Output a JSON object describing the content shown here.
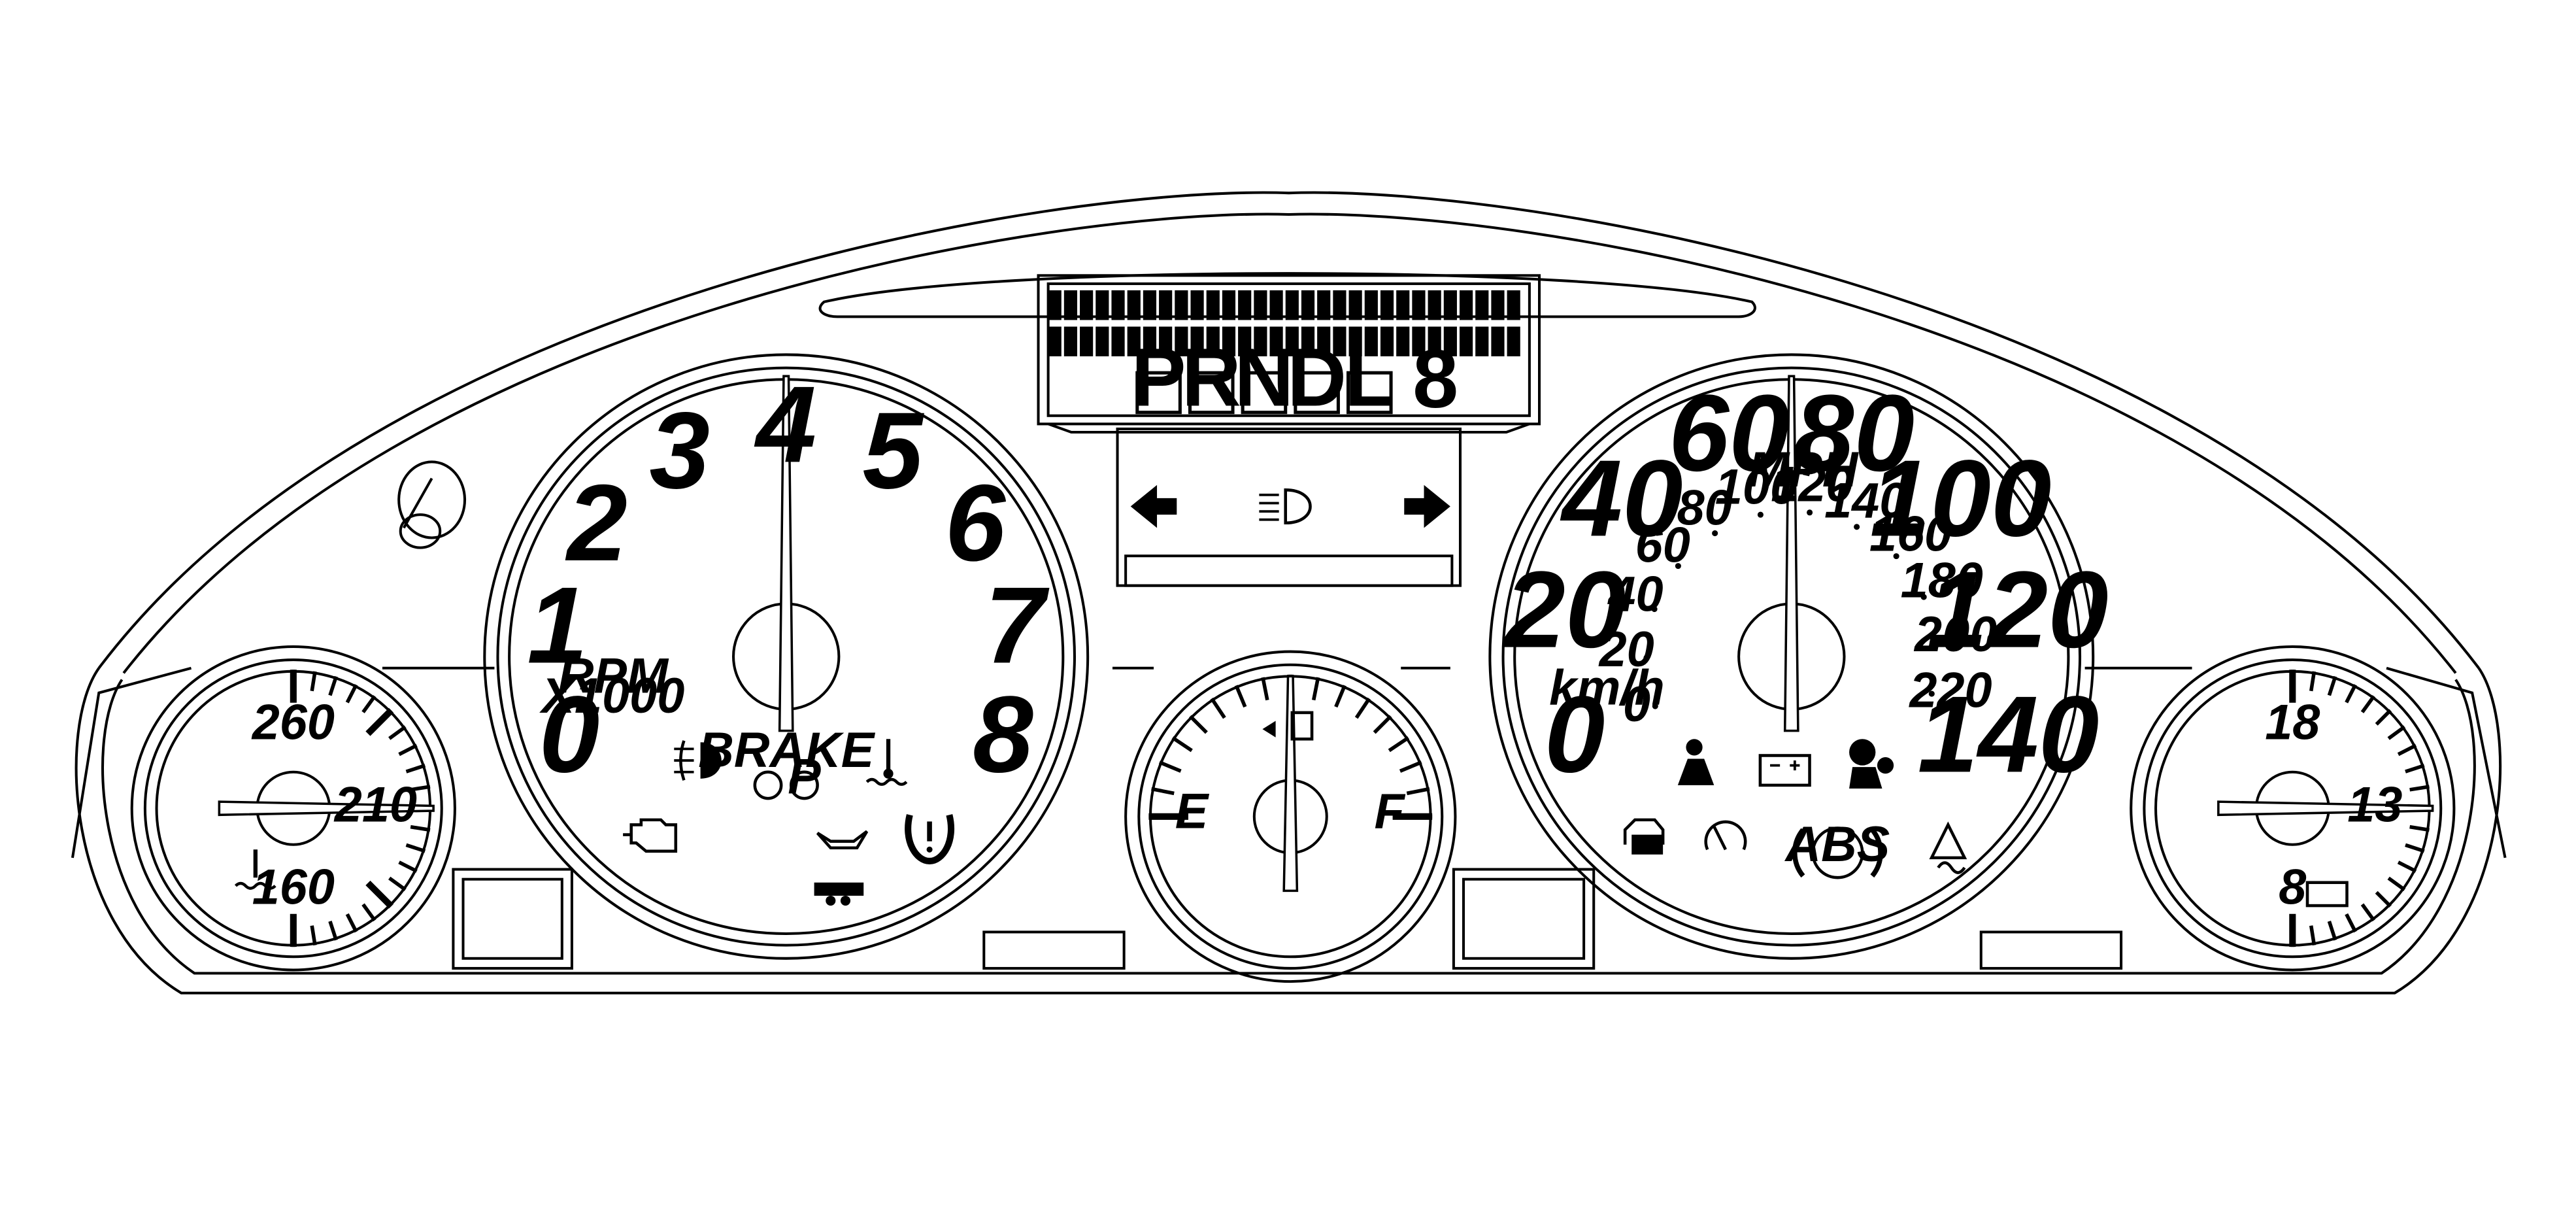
{
  "tachometer": {
    "labels": [
      "0",
      "1",
      "2",
      "3",
      "4",
      "5",
      "6",
      "7",
      "8"
    ],
    "unit": "RPM",
    "multiplier": "X1000",
    "reading": 4,
    "brake_label": "BRAKE"
  },
  "speedometer": {
    "mph_labels": [
      "0",
      "20",
      "40",
      "60",
      "80",
      "100",
      "120",
      "140"
    ],
    "unit_mph": "MPH",
    "kmh_labels": [
      "0",
      "20",
      "40",
      "60",
      "80",
      "100",
      "120",
      "140",
      "160",
      "180",
      "200",
      "220"
    ],
    "unit_kmh": "km/h",
    "reading_mph": 70,
    "abs_label": "ABS"
  },
  "coolant_gauge": {
    "labels": [
      "160",
      "210",
      "260"
    ],
    "reading": 210
  },
  "fuel_gauge": {
    "empty_label": "E",
    "full_label": "F",
    "reading": 0.5
  },
  "voltage_gauge": {
    "labels": [
      "8",
      "13",
      "18"
    ],
    "reading": 13
  },
  "display": {
    "gears": [
      "P",
      "R",
      "N",
      "D",
      "L"
    ],
    "gear_digit": "8"
  },
  "icons": [
    "turn-left-arrow-icon",
    "headlamp-icon",
    "turn-right-arrow-icon",
    "fog-lamp-icon",
    "coolant-temp-icon",
    "check-engine-icon",
    "oil-pressure-icon",
    "tire-pressure-icon",
    "trailer-icon",
    "seatbelt-icon",
    "battery-icon",
    "airbag-icon",
    "security-icon",
    "cruise-icon",
    "traction-icon",
    "fuel-pump-icon"
  ],
  "colors": {
    "stroke": "#000000",
    "fill": "#ffffff"
  }
}
